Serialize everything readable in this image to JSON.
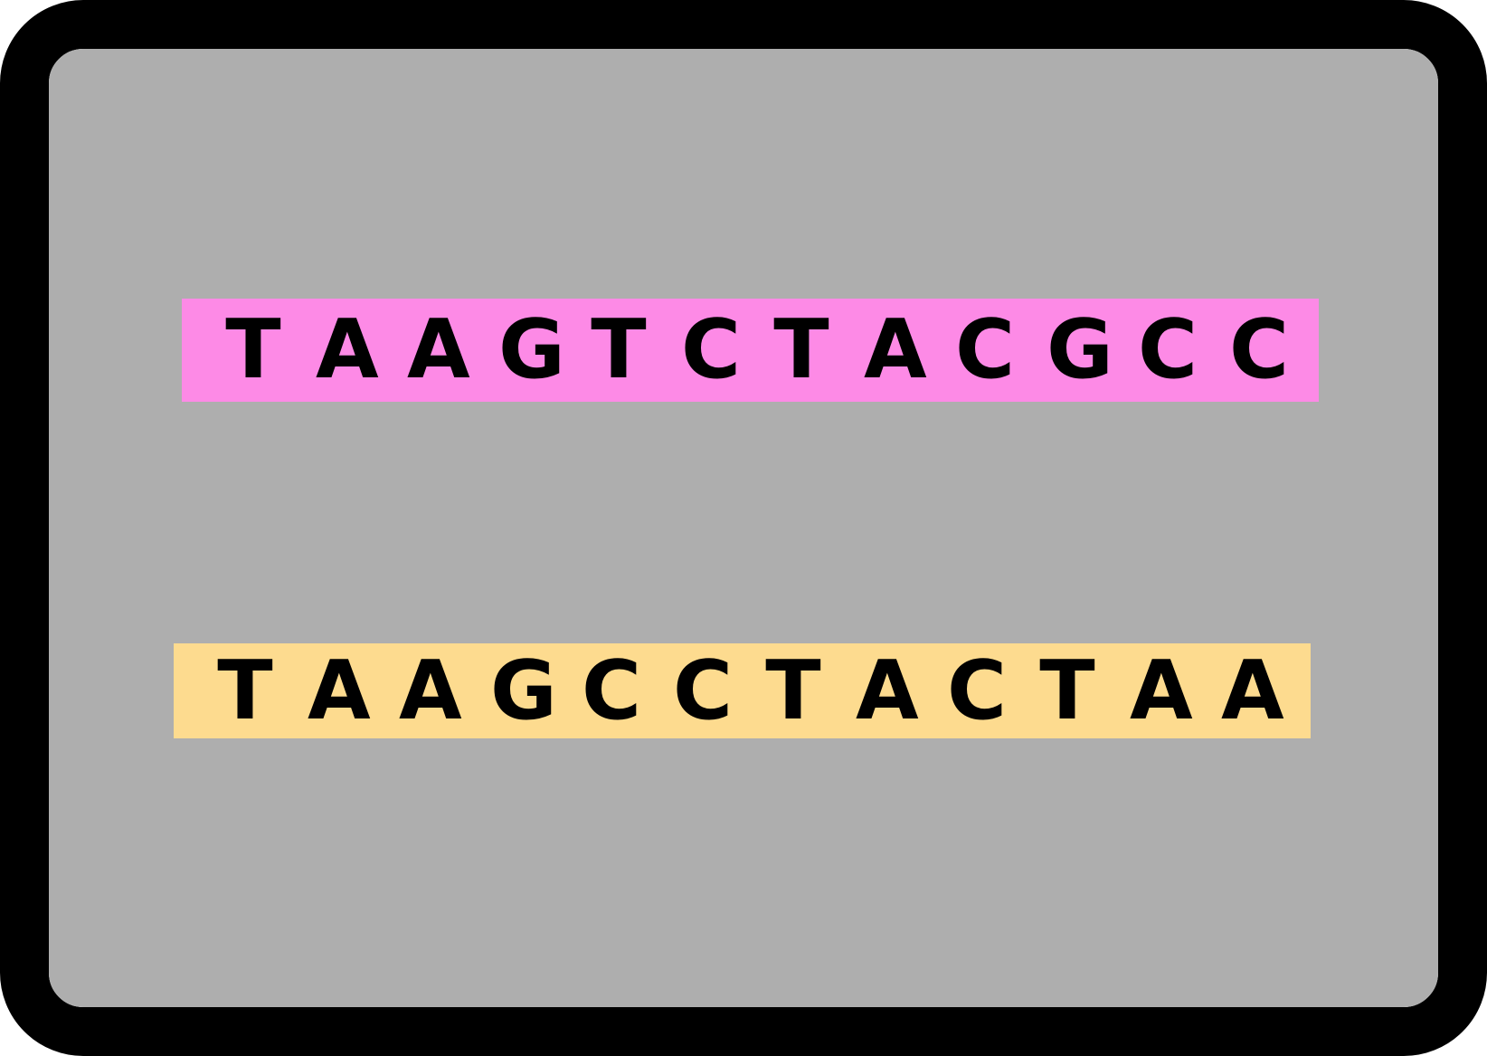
{
  "colors": {
    "frame": "#000000",
    "panel": "#aeaeae",
    "top_strand_highlight": "#fd8ae6",
    "bottom_strand_highlight": "#fddb8f",
    "text": "#000000"
  },
  "strands": {
    "top": {
      "bases": [
        "T",
        "A",
        "A",
        "G",
        "T",
        "C",
        "T",
        "A",
        "C",
        "G",
        "C",
        "C"
      ]
    },
    "bottom": {
      "bases": [
        "T",
        "A",
        "A",
        "G",
        "C",
        "C",
        "T",
        "A",
        "C",
        "T",
        "A",
        "A"
      ]
    }
  }
}
